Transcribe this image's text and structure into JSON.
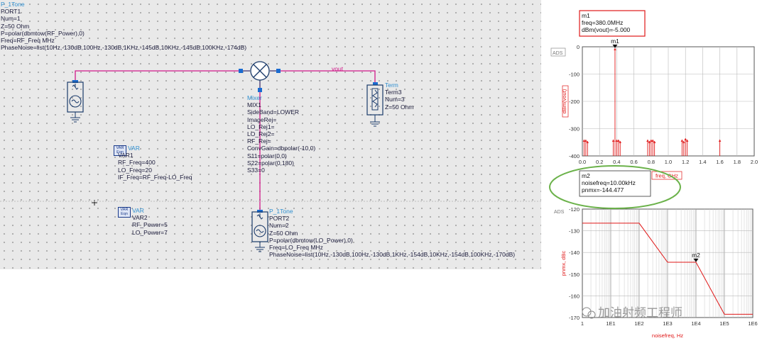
{
  "port1": {
    "type": "P_1Tone",
    "lines": [
      "PORT1",
      "Num=1",
      "Z=50 Ohm",
      "P=polar(dbmtow(RF_Power),0)",
      "Freq=RF_Freq MHz",
      "PhaseNoise=list(10Hz,-130dB,100Hz,-130dB,1KHz,-145dB,10KHz,-145dB,100KHz,-174dB)"
    ]
  },
  "wire_label": "vout",
  "mixer": {
    "type": "Mixer",
    "lines": [
      "MIX1",
      "SideBand=LOWER",
      "ImageRej=",
      "LO_Rej1=",
      "LO_Rej2=",
      "RF_Rej=",
      "ConvGain=dbpolar(-10,0)",
      "S11=polar(0,0)",
      "S22=polar(0,180)",
      "S33=0"
    ]
  },
  "term": {
    "type": "Term",
    "lines": [
      "Term3",
      "Num=3",
      "Z=50 Ohm"
    ]
  },
  "var1": {
    "icon": [
      "VAR",
      "Eqn"
    ],
    "type": "VAR",
    "lines": [
      "VAR1",
      "RF_Freq=400",
      "LO_Freq=20",
      "IF_Freq=RF_Freq-LO_Freq"
    ]
  },
  "var2": {
    "icon": [
      "VAR",
      "Eqn"
    ],
    "type": "VAR",
    "lines": [
      "VAR2",
      "RF_Power=5",
      "LO_Power=7"
    ]
  },
  "port2": {
    "type": "P_1Tone",
    "lines": [
      "PORT2",
      "Num=2",
      "Z=50 Ohm",
      "P=polar(dbmtow(LO_Power),0)",
      "Freq=LO_Freq MHz",
      "PhaseNoise=list(10Hz,-130dB,100Hz,-130dB,1KHz,-154dB,10KHz,-154dB,100KHz,-170dB)"
    ]
  },
  "spectrum_marker": {
    "lines": [
      "m1",
      "freq=380.0MHz",
      "dBm(vout)=-5.000"
    ],
    "name": "m1"
  },
  "noise_marker": {
    "lines": [
      "m2",
      "noisefreq=10.00kHz",
      "pnmx=-144.477"
    ],
    "name": "m2"
  },
  "watermark": "加油射频工程师",
  "watermark_icon": "wechat-icon",
  "colors": {
    "wire": "#d11a8a",
    "trace": "#e01818",
    "grid": "#b9b9b9",
    "ellipse": "#6bb24a",
    "schematic_bg": "#e9e9e9"
  },
  "chart_data": [
    {
      "type": "bar",
      "badge": "ADS",
      "xlabel": "freq, GHz",
      "ylabel": "dBm(vout)",
      "xlim": [
        0.0,
        2.0
      ],
      "ylim": [
        -400,
        0
      ],
      "xticks": [
        "0.0",
        "0.2",
        "0.4",
        "0.6",
        "0.8",
        "1.0",
        "1.2",
        "1.4",
        "1.6",
        "1.8",
        "2.0"
      ],
      "yticks": [
        "0",
        "-100",
        "-200",
        "-300",
        "-400"
      ],
      "x": [
        0.02,
        0.04,
        0.06,
        0.36,
        0.38,
        0.4,
        0.42,
        0.44,
        0.76,
        0.78,
        0.8,
        0.82,
        0.84,
        1.16,
        1.18,
        1.2,
        1.22,
        1.6
      ],
      "values": [
        -340,
        -340,
        -345,
        -340,
        -5,
        -340,
        -340,
        -345,
        -340,
        -345,
        -340,
        -340,
        -345,
        -340,
        -345,
        -335,
        -340,
        -340
      ],
      "grid": true
    },
    {
      "type": "line",
      "badge": "ADS",
      "xlabel": "noisefreq, Hz",
      "ylabel": "pnmx, dBc",
      "xscale": "log",
      "xlim": [
        1,
        1000000
      ],
      "ylim": [
        -170,
        -120
      ],
      "xticks": [
        "1",
        "1E1",
        "1E2",
        "1E3",
        "1E4",
        "1E5",
        "1E6"
      ],
      "yticks": [
        "-120",
        "-130",
        "-140",
        "-150",
        "-160",
        "-170"
      ],
      "x": [
        1,
        100,
        1000,
        10000,
        100000,
        1000000
      ],
      "values": [
        -126.5,
        -126.5,
        -144.5,
        -144.5,
        -168.5,
        -168.5
      ],
      "grid": true
    }
  ]
}
